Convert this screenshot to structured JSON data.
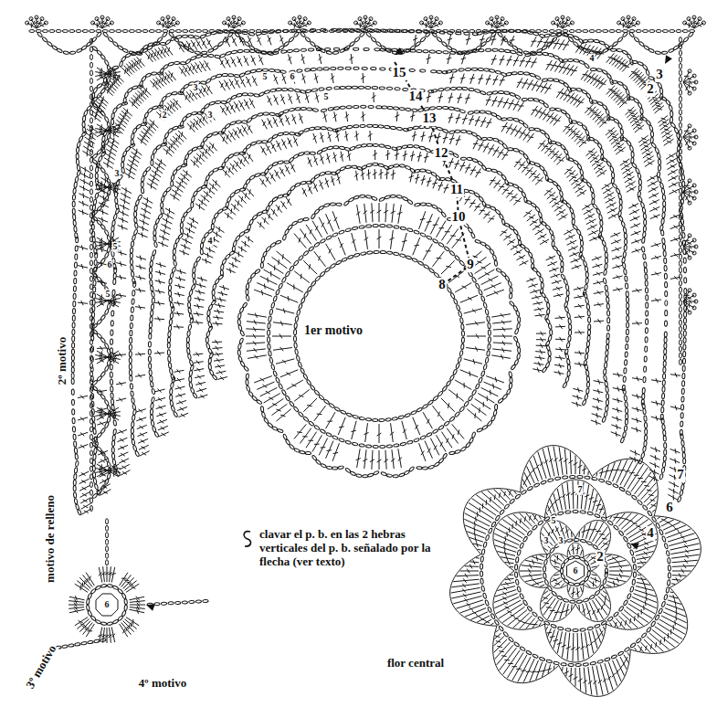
{
  "diagram": {
    "labels": [
      "1er motivo",
      "2º motivo",
      "motivo de relleno",
      "3º motivo",
      "4º motivo",
      "flor central",
      "15",
      "14",
      "13",
      "12",
      "11",
      "10",
      "9",
      "8",
      "3",
      "2",
      "7",
      "6",
      "4",
      "2",
      "6",
      "6",
      "3",
      "5",
      "6",
      "5",
      "4",
      "2",
      "3",
      "3",
      "5",
      "6",
      "5",
      "4",
      "3",
      "3",
      "5",
      "7"
    ],
    "legend": [
      {
        "text": "clavar el p. b. en las 2 hebras verticales del p. b. señalado por la flecha (ver texto)"
      }
    ]
  }
}
